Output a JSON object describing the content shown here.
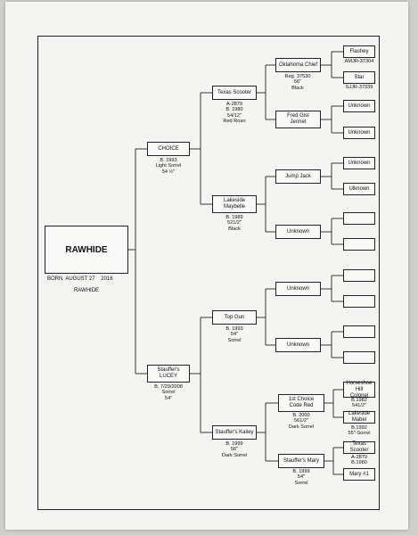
{
  "subject": {
    "name": "RAWHIDE",
    "born_line": "BORN  AUGUST 27    2016",
    "name_below": "RAWHIDE"
  },
  "sire": {
    "name": "CHOICE",
    "details": "B. 1993\nLight Sorrel\n54 ½\""
  },
  "dam": {
    "name": "Stauffer's\nLUCEY",
    "details": "B. 7/29/2008\nSorrel\n54\""
  },
  "gen3": {
    "ss": {
      "name": "Texas Scooter",
      "details": "A-2879\nB. 1980\n54/12\"\nRed Roan"
    },
    "sd": {
      "name": "Lakeside\nMaybelle",
      "details": "B. 1989\n521/2\"\nBlack"
    },
    "ds": {
      "name": "Top Gun",
      "details": "B. 1993\n54\"\nSorrel"
    },
    "dd": {
      "name": "Stauffer's Kailey",
      "details": "B. 1999\n56\"\nDark Sorrel"
    }
  },
  "gen4": {
    "sss": {
      "name": "Oklahoma Chief",
      "details": "Reg. 37530\n56\"\nBlack"
    },
    "ssd": {
      "name": "Fred Gist\nJennet",
      "details": ""
    },
    "sds": {
      "name": "Jump Jack",
      "details": ""
    },
    "sdd": {
      "name": "Unknown",
      "details": ""
    },
    "dss": {
      "name": "Unknown",
      "details": ""
    },
    "dsd": {
      "name": "Unknown",
      "details": ""
    },
    "dds": {
      "name": "1st Choice\nCode Red",
      "details": "B. 2000\n561/2\"\nDark Sorrel"
    },
    "ddd": {
      "name": "Stauffer's Mary",
      "details": "B. 1999\n54\"\nSorrel"
    }
  },
  "gen5": [
    {
      "name": "Flashey",
      "details": "AMJR-37304"
    },
    {
      "name": "Star",
      "details": "SJJR-37339"
    },
    {
      "name": "Unknown",
      "details": ""
    },
    {
      "name": "Unknown",
      "details": ""
    },
    {
      "name": "Unknown",
      "details": ""
    },
    {
      "name": "Ulknown",
      "details": ""
    },
    {
      "name": "",
      "details": ""
    },
    {
      "name": "",
      "details": ""
    },
    {
      "name": "",
      "details": ""
    },
    {
      "name": "",
      "details": ""
    },
    {
      "name": "",
      "details": ""
    },
    {
      "name": "",
      "details": ""
    },
    {
      "name": "Horseshoe Hill\nColonel",
      "details": "B.1982\n541/2\""
    },
    {
      "name": "Lakeside Mabel",
      "details": "B.1992\n55\"-Sorrel"
    },
    {
      "name": "Texas Scooter",
      "details": "A-2879\nB.1980"
    },
    {
      "name": "Mary #1",
      "details": ""
    }
  ]
}
